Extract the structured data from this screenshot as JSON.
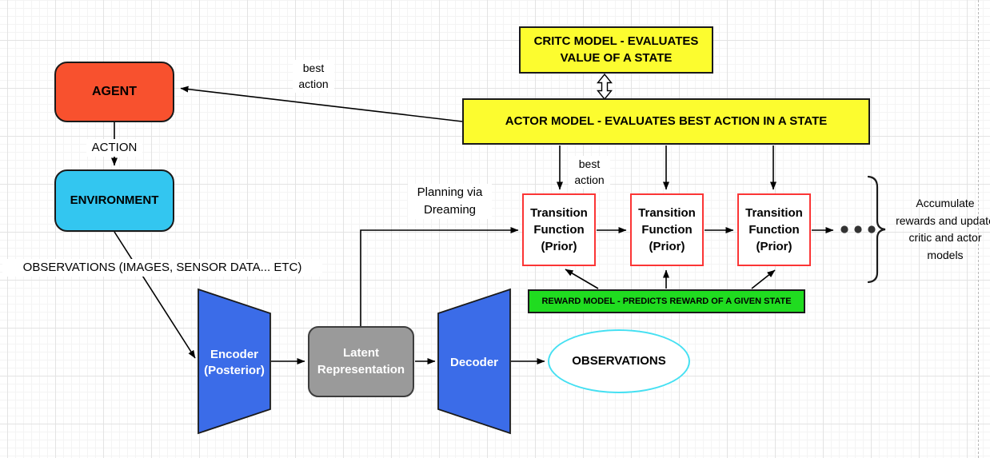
{
  "diagram": {
    "title_hint": "Actor-critic world-model (dreaming) reinforcement learning architecture",
    "nodes": {
      "agent": {
        "label": "AGENT",
        "fill": "#F8512E"
      },
      "environment": {
        "label": "ENVIRONMENT",
        "fill": "#33C6F0"
      },
      "critic_model": {
        "label": "CRITC MODEL - EVALUATES VALUE OF A STATE",
        "fill": "#FCFC2F"
      },
      "actor_model": {
        "label": "ACTOR MODEL - EVALUATES BEST ACTION IN A STATE",
        "fill": "#FCFC2F"
      },
      "transition_function": {
        "label": "Transition Function (Prior)",
        "border": "#FB3535",
        "count": 3
      },
      "reward_model": {
        "label": "REWARD MODEL - PREDICTS REWARD OF A GIVEN STATE",
        "fill": "#20DC20"
      },
      "encoder": {
        "label": "Encoder (Posterior)",
        "fill": "#3B6CE8"
      },
      "latent_representation": {
        "label": "Latent Representation",
        "fill": "#9A9A9A"
      },
      "decoder": {
        "label": "Decoder",
        "fill": "#3B6CE8"
      },
      "observations_output": {
        "label": "OBSERVATIONS",
        "border": "#45E0F2"
      }
    },
    "labels": {
      "best_action_to_agent": "best action",
      "action": "ACTION",
      "observations_input": "OBSERVATIONS (IMAGES, SENSOR DATA... ETC)",
      "planning_via_dreaming": "Planning via Dreaming",
      "best_action_to_transition": "best action",
      "accumulate_note": "Accumulate rewards and update critic and actor models"
    }
  }
}
